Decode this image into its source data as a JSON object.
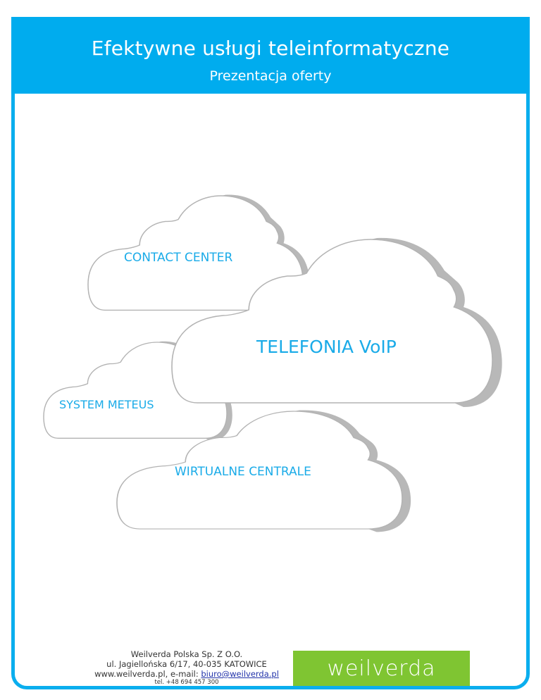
{
  "header": {
    "title": "Efektywne usługi teleinformatyczne",
    "subtitle": "Prezentacja oferty"
  },
  "clouds": [
    {
      "label": "CONTACT CENTER"
    },
    {
      "label": "TELEFONIA VoIP"
    },
    {
      "label": "SYSTEM METEUS"
    },
    {
      "label": "WIRTUALNE CENTRALE"
    }
  ],
  "footer": {
    "company": "Weilverda Polska  Sp. Z O.O.",
    "address": "ul. Jagiellońska 6/17, 40-035 KATOWICE",
    "web_prefix": "www.weilverda.pl, e-mail: ",
    "email": "biuro@weilverda.pl",
    "phone": "tel. +48 694 457 300"
  },
  "logo": {
    "text": "weilverda"
  },
  "colors": {
    "brand_blue": "#00acee",
    "brand_green": "#7fc532",
    "label_blue": "#1aabe8",
    "cloud_outline": "#b3b3b3",
    "cloud_shadow": "#b8b8b8"
  }
}
